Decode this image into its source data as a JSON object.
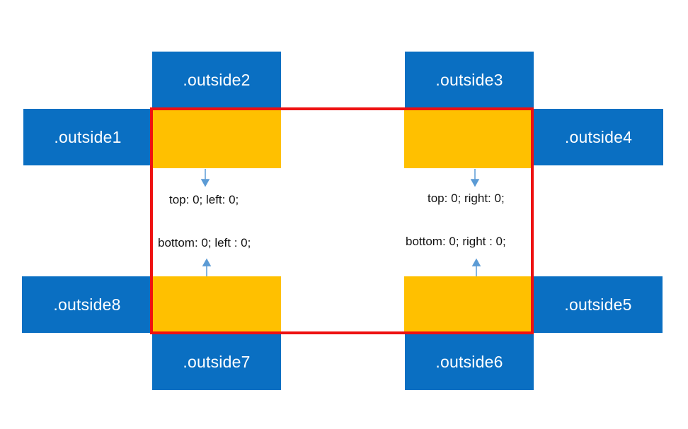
{
  "boxes": {
    "outside1": ".outside1",
    "outside2": ".outside2",
    "outside3": ".outside3",
    "outside4": ".outside4",
    "outside5": ".outside5",
    "outside6": ".outside6",
    "outside7": ".outside7",
    "outside8": ".outside8"
  },
  "labels": {
    "top_left": "top: 0; left: 0;",
    "bottom_left": "bottom: 0; left : 0;",
    "top_right": "top: 0; right: 0;",
    "bottom_right": "bottom: 0; right : 0;"
  },
  "colors": {
    "box": "#0a6fc2",
    "corner": "#ffc000",
    "frame": "#ee1111",
    "arrow": "#5b9bd5"
  }
}
